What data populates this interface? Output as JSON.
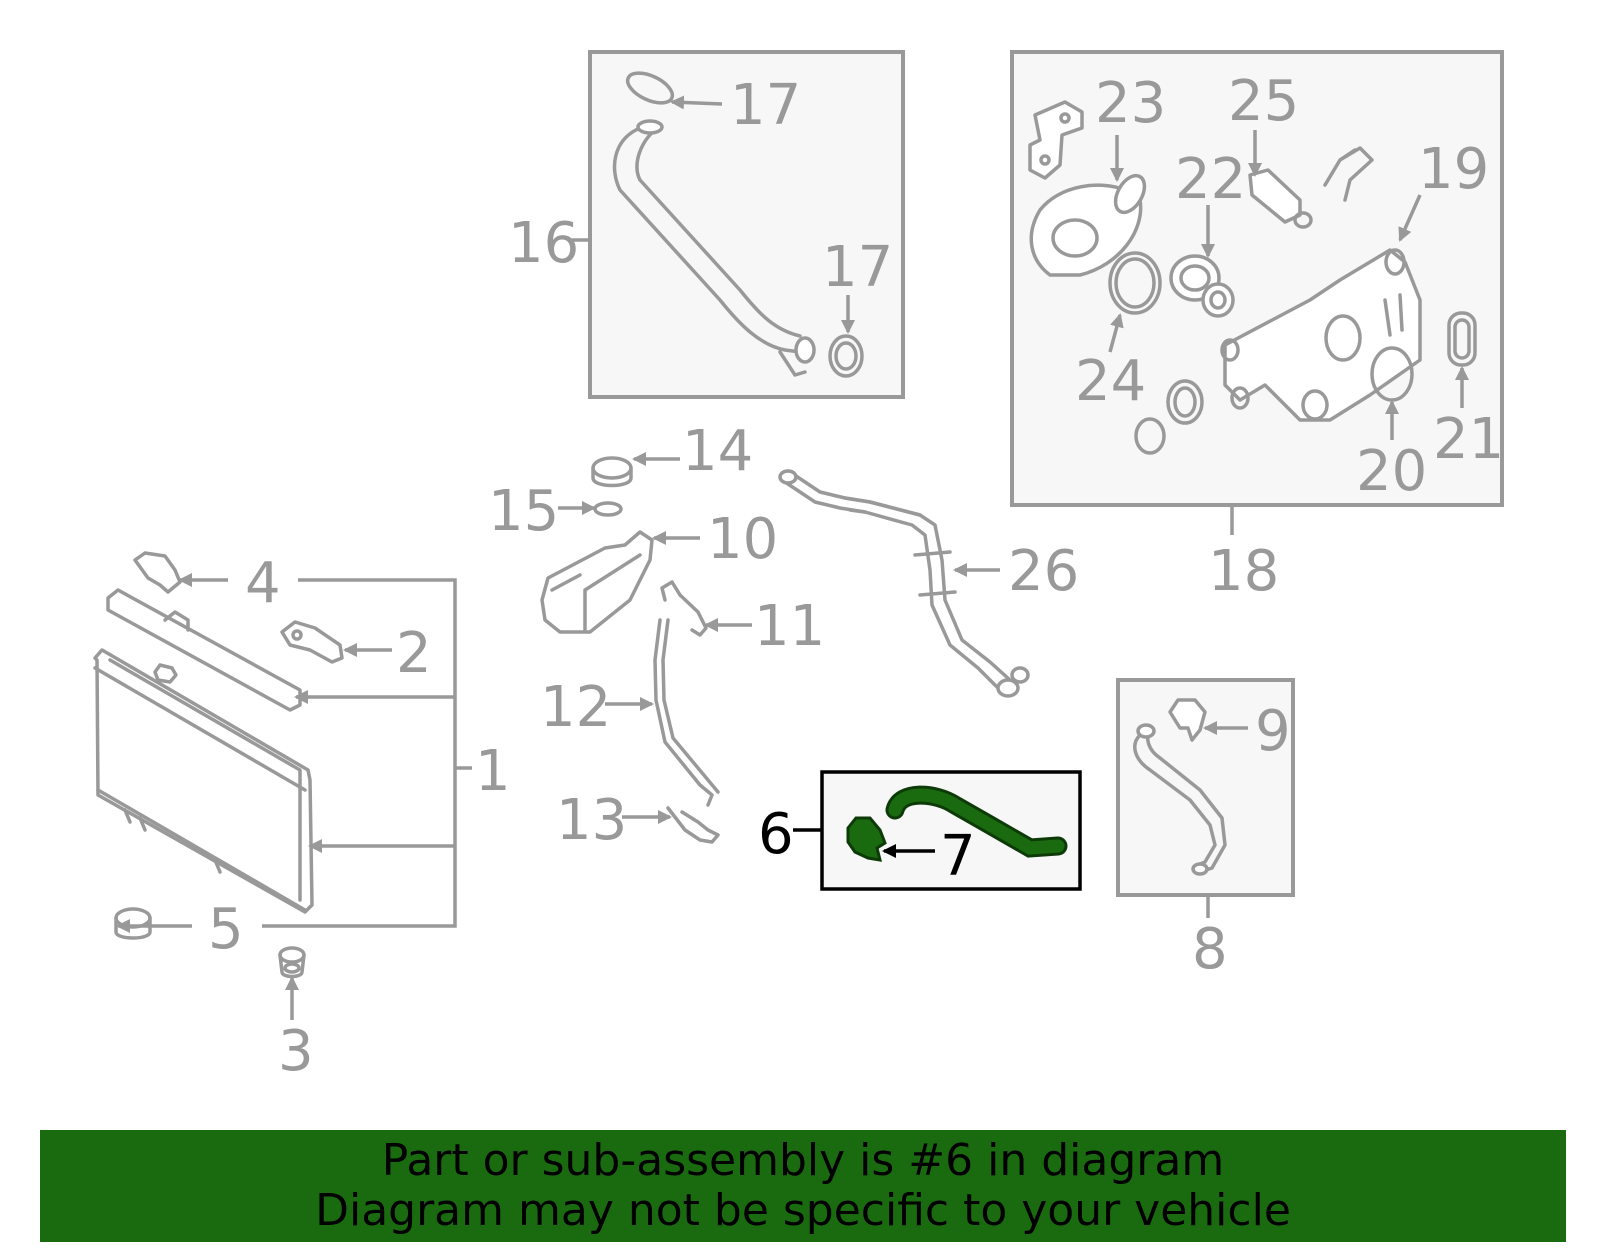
{
  "diagram": {
    "callouts": {
      "c1": "1",
      "c2": "2",
      "c3": "3",
      "c4": "4",
      "c5": "5",
      "c6": "6",
      "c7": "7",
      "c8": "8",
      "c9": "9",
      "c10": "10",
      "c11": "11",
      "c12": "12",
      "c13": "13",
      "c14": "14",
      "c15": "15",
      "c16": "16",
      "c17a": "17",
      "c17b": "17",
      "c18": "18",
      "c19": "19",
      "c20": "20",
      "c21": "21",
      "c22": "22",
      "c23": "23",
      "c24": "24",
      "c25": "25",
      "c26": "26"
    },
    "selected_part": "6"
  },
  "banner": {
    "line1": "Part or sub-assembly is #6 in diagram",
    "line2": "Diagram may not be specific to your vehicle"
  },
  "colors": {
    "line_gray": "#999999",
    "highlight_green": "#1a6b10",
    "banner_green": "#1a6b10",
    "box_fill": "#f7f7f7"
  }
}
